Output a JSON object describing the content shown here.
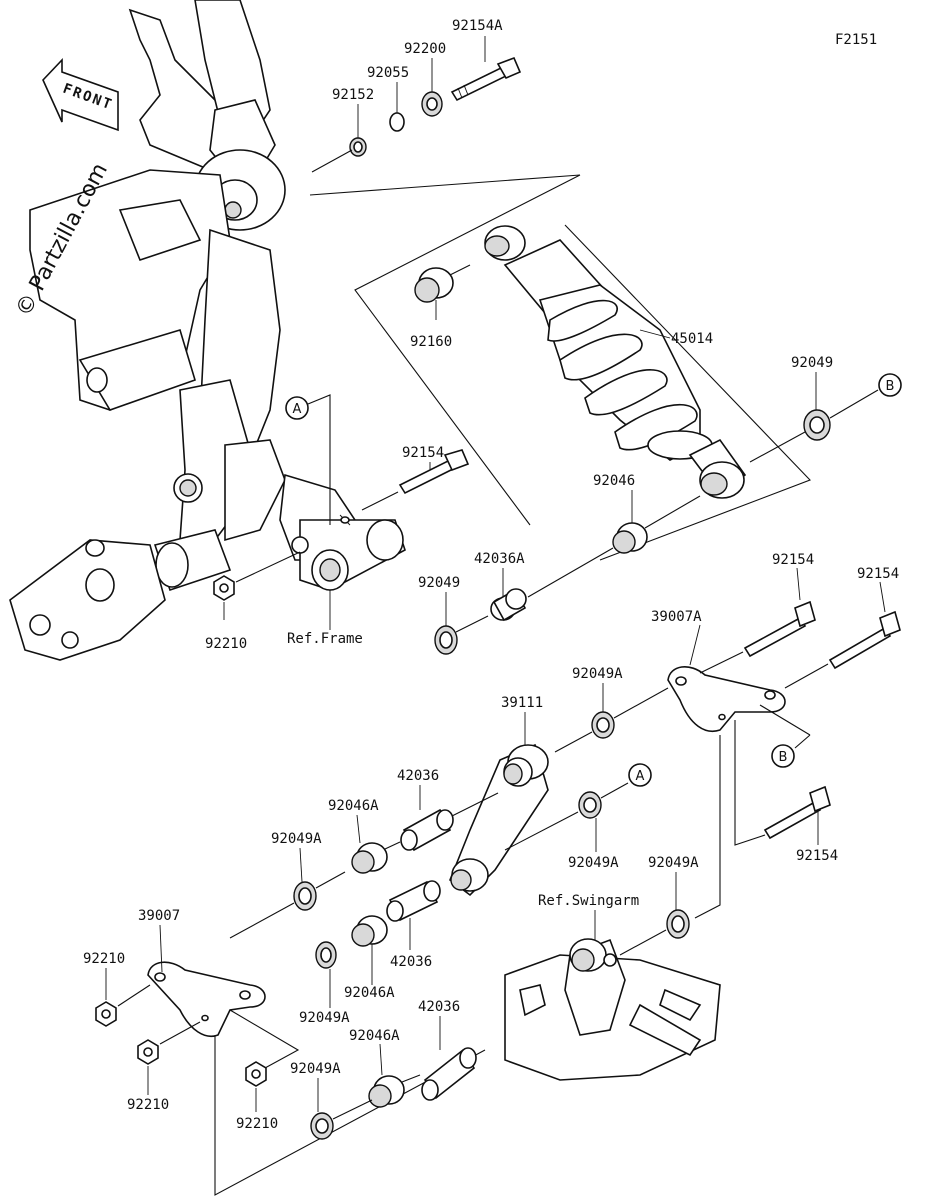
{
  "figure_code": "F2151",
  "watermark": "© Partzilla.com",
  "front_label": "FRONT",
  "callouts": {
    "a": "A",
    "b": "B"
  },
  "parts": {
    "p92154A": "92154A",
    "p92200": "92200",
    "p92055": "92055",
    "p92152": "92152",
    "p92160": "92160",
    "p45014": "45014",
    "p92049_top": "92049",
    "p92154_1": "92154",
    "p92046": "92046",
    "p42036A": "42036A",
    "p92049_mid": "92049",
    "p92210_top": "92210",
    "ref_frame": "Ref.Frame",
    "p92154_2": "92154",
    "p92154_3": "92154",
    "p39007A": "39007A",
    "p92049A_1": "92049A",
    "p39111": "39111",
    "p42036_1": "42036",
    "p92046A_1": "92046A",
    "p92049A_2": "92049A",
    "p92049A_3": "92049A",
    "p92154_4": "92154",
    "p92049A_4": "92049A",
    "ref_swingarm": "Ref.Swingarm",
    "p39007": "39007",
    "p92210_1": "92210",
    "p42036_2": "42036",
    "p92046A_2": "92046A",
    "p92049A_5": "92049A",
    "p92210_2": "92210",
    "p42036_3": "42036",
    "p92046A_3": "92046A",
    "p92049A_6": "92049A",
    "p92210_3": "92210"
  }
}
